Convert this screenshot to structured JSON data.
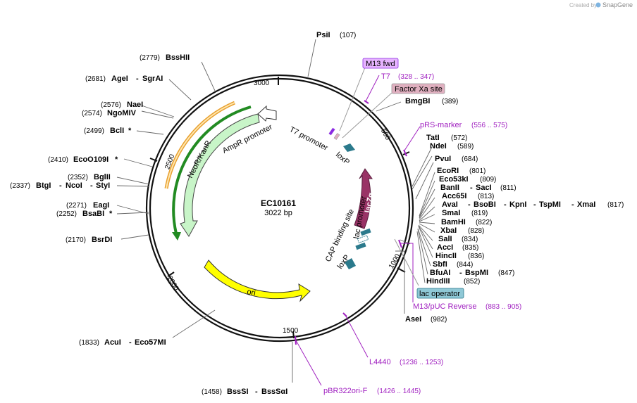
{
  "credit": {
    "prefix": "Created by",
    "brand": "SnapGene"
  },
  "plasmid": {
    "name": "EC10161",
    "length": "3022 bp"
  },
  "ticks": [
    "3000",
    "500",
    "1000",
    "1500",
    "2000",
    "2500"
  ],
  "features": {
    "neo": "NeoR/KanR",
    "amp_promoter": "AmpR promoter",
    "ori": "ori",
    "t7_promoter": "T7 promoter",
    "loxp_top": "loxP",
    "lacza": "lacZα",
    "lac_promoter": "lac promoter",
    "cap_site": "CAP binding site",
    "loxp_bottom": "loxP"
  },
  "boxed": {
    "m13fwd": "M13 fwd",
    "factor_xa": "Factor Xa site",
    "lac_operator": "lac operator"
  },
  "primers": {
    "t7": {
      "name": "T7",
      "range": "(328 .. 347)"
    },
    "prs": {
      "name": "pRS-marker",
      "range": "(556 .. 575)"
    },
    "m13rev": {
      "name": "M13/pUC Reverse",
      "range": "(883 .. 905)"
    },
    "l4440": {
      "name": "L4440",
      "range": "(1236 .. 1253)"
    },
    "pbr": {
      "name": "pBR322ori-F",
      "range": "(1426 .. 1445)"
    }
  },
  "enzymes": {
    "psii": {
      "name": "PsiI",
      "pos": "(107)"
    },
    "bmgbi": {
      "name": "BmgBI",
      "pos": "(389)"
    },
    "tati": {
      "name": "TatI",
      "pos": "(572)"
    },
    "ndei": {
      "name": "NdeI",
      "pos": "(589)"
    },
    "pvui": {
      "name": "PvuI",
      "pos": "(684)"
    },
    "ecori": {
      "name": "EcoRI",
      "pos": "(801)"
    },
    "eco53ki": {
      "name": "Eco53kI",
      "pos": "(809)"
    },
    "banii": {
      "name": "BanII",
      "sep": "-",
      "name2": "SacI",
      "pos": "(811)"
    },
    "acc65i": {
      "name": "Acc65I",
      "pos": "(813)"
    },
    "avai": {
      "name": "AvaI",
      "sep": "-",
      "name2": "BsoBI",
      "sep2": "-",
      "name3": "KpnI",
      "sep3": "-",
      "name4": "TspMI",
      "sep4": "-",
      "name5": "XmaI",
      "pos": "(817)"
    },
    "smai": {
      "name": "SmaI",
      "pos": "(819)"
    },
    "bamhi": {
      "name": "BamHI",
      "pos": "(822)"
    },
    "xbai": {
      "name": "XbaI",
      "pos": "(828)"
    },
    "sali": {
      "name": "SalI",
      "pos": "(834)"
    },
    "acci": {
      "name": "AccI",
      "pos": "(835)"
    },
    "hincii": {
      "name": "HincII",
      "pos": "(836)"
    },
    "sbfi": {
      "name": "SbfI",
      "pos": "(844)"
    },
    "bfuai": {
      "name": "BfuAI",
      "sep": "-",
      "name2": "BspMI",
      "pos": "(847)"
    },
    "hindiii": {
      "name": "HindIII",
      "pos": "(852)"
    },
    "asei": {
      "name": "AseI",
      "pos": "(982)"
    },
    "bsssi": {
      "pos": "(1458)",
      "name": "BssSI",
      "sep": "-",
      "name2": "BssSαI"
    },
    "acui": {
      "pos": "(1833)",
      "name": "AcuI",
      "sep": "-",
      "name2": "Eco57MI"
    },
    "bsrdi": {
      "pos": "(2170)",
      "name": "BsrDI"
    },
    "eagi": {
      "pos": "(2271)",
      "name": "EagI"
    },
    "bsabi": {
      "pos": "(2252)",
      "name": "BsaBI",
      "star": "*"
    },
    "btgi": {
      "pos": "(2337)",
      "name": "BtgI",
      "sep": "-",
      "name2": "NcoI",
      "sep2": "-",
      "name3": "StyI"
    },
    "bglii": {
      "pos": "(2352)",
      "name": "BglII"
    },
    "ecoo109i": {
      "pos": "(2410)",
      "name": "EcoO109I",
      "star": "*"
    },
    "bcli": {
      "pos": "(2499)",
      "name": "BclI",
      "star": "*"
    },
    "ngomiv": {
      "pos": "(2574)",
      "name": "NgoMIV"
    },
    "naei": {
      "pos": "(2576)",
      "name": "NaeI"
    },
    "agei": {
      "pos": "(2681)",
      "name": "AgeI",
      "sep": "-",
      "name2": "SgrAI"
    },
    "bsshii": {
      "pos": "(2779)",
      "name": "BssHII"
    }
  },
  "colors": {
    "neo": "#c8f5c8",
    "neo_line": "#228b22",
    "neo_outer": "#e8a030",
    "ori": "#ffff00",
    "lacz": "#993366",
    "loxp": "#2b7a8c",
    "primer": "#a020c0",
    "m13box": "#e6b3ff",
    "xabox": "#e0b0c0",
    "lacopbox": "#8fc8d6"
  }
}
